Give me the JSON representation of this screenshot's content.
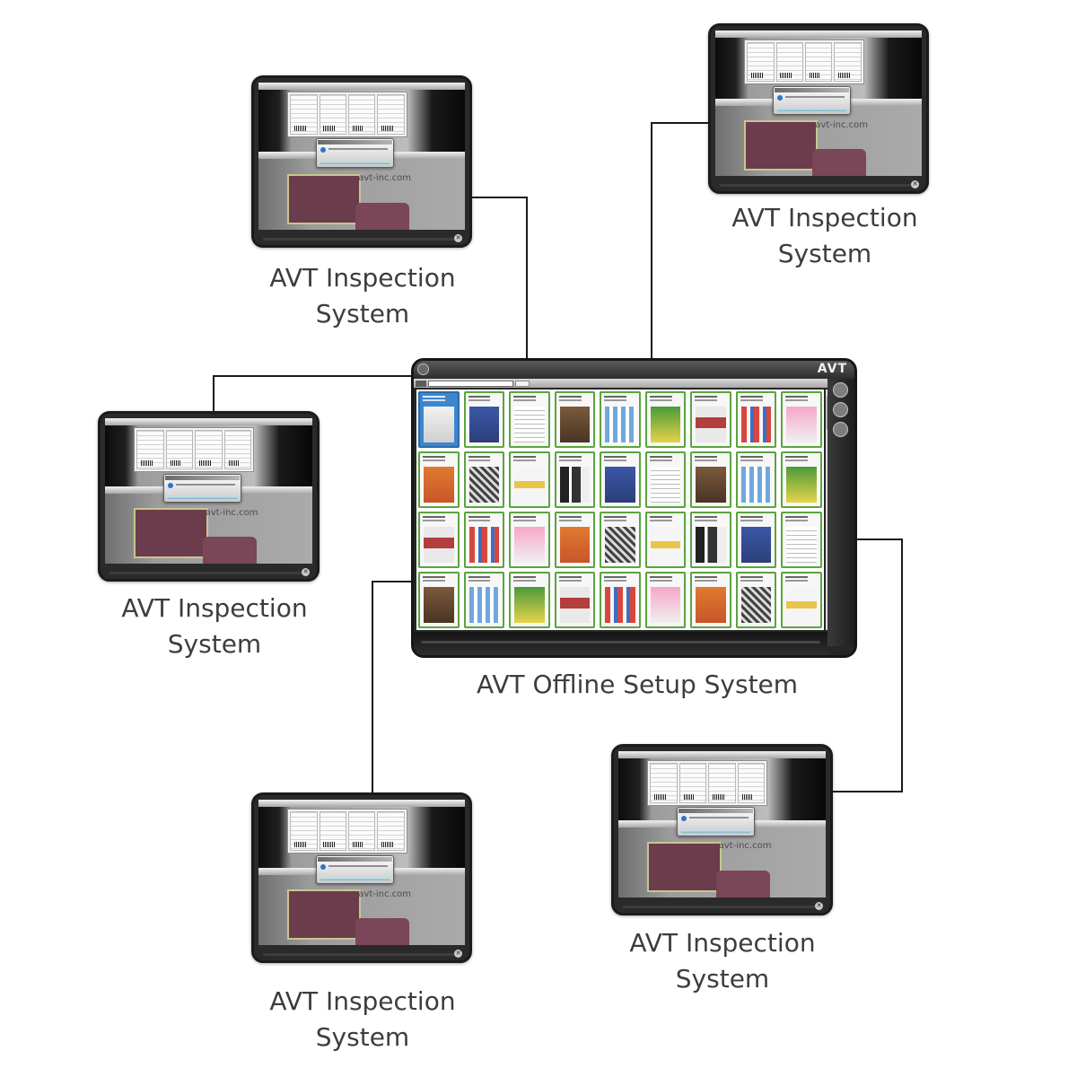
{
  "inspection_label_line1": "AVT Inspection",
  "inspection_label_line2": "System",
  "offline_label": "AVT Offline Setup System",
  "inspection_screen": {
    "website_text": ".avt-inc.com",
    "close_icon": "close-icon"
  },
  "offline_screen": {
    "logo_text": "AVT",
    "app_icon": "app-icon",
    "job_tile_count": 36,
    "selected_tile_index": 0
  },
  "colors": {
    "tile_border": "#5aa43d",
    "selected_tile": "#3d86cf",
    "product_panel": "#6b3c4c",
    "connector_line": "#1a1a1a",
    "caption_text": "#3d3d3d"
  }
}
